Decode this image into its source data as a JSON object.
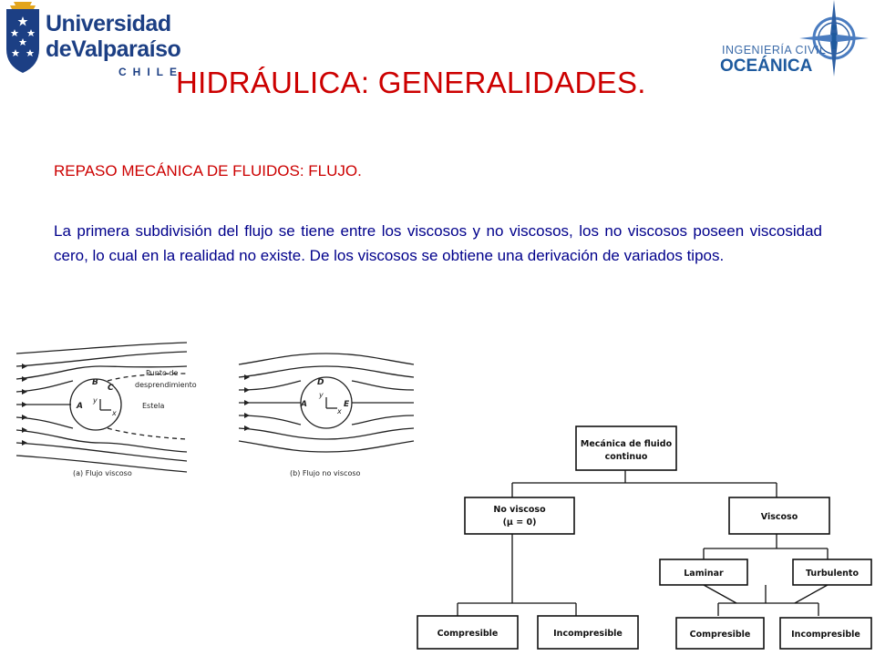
{
  "header": {
    "university_logo": {
      "line1": "Universidad",
      "line2": "deValparaíso",
      "line3": "CHILE",
      "icon": "shield-stars-icon"
    },
    "program_logo": {
      "line1": "INGENIERÍA CIVIL",
      "line2": "OCEÁNICA",
      "icon": "compass-rose-icon"
    }
  },
  "slide": {
    "title": "HIDRÁULICA: GENERALIDADES.",
    "subtitle": "REPASO MECÁNICA DE FLUIDOS: FLUJO.",
    "paragraph": "La primera subdivisión del flujo se tiene entre los viscosos y no viscosos, los no viscosos poseen viscosidad cero, lo cual en la realidad no existe. De los viscosos se obtiene una derivación de variados tipos."
  },
  "flow_figure": {
    "viscous": {
      "caption": "(a) Flujo viscoso",
      "label_separation": [
        "Punto de",
        "desprendimiento"
      ],
      "label_wake": "Estela",
      "points": [
        "A",
        "B",
        "C"
      ],
      "axes": [
        "y",
        "x"
      ]
    },
    "inviscid": {
      "caption": "(b) Flujo no viscoso",
      "points": [
        "A",
        "D",
        "E"
      ],
      "axes": [
        "y",
        "x"
      ]
    }
  },
  "tree": {
    "root": [
      "Mecánica de fluido",
      "continuo"
    ],
    "inviscid": [
      "No viscoso",
      "(μ = 0)"
    ],
    "viscous": "Viscoso",
    "laminar": "Laminar",
    "turbulent": "Turbulento",
    "inviscid_compressible": "Compresible",
    "inviscid_incompressible": "Incompresible",
    "viscous_compressible": "Compresible",
    "viscous_incompressible": "Incompresible"
  },
  "colors": {
    "title": "#cc0000",
    "body_text": "#00008b",
    "university_blue": "#1c3f84",
    "oceanica_blue": "#1e5a9e"
  }
}
